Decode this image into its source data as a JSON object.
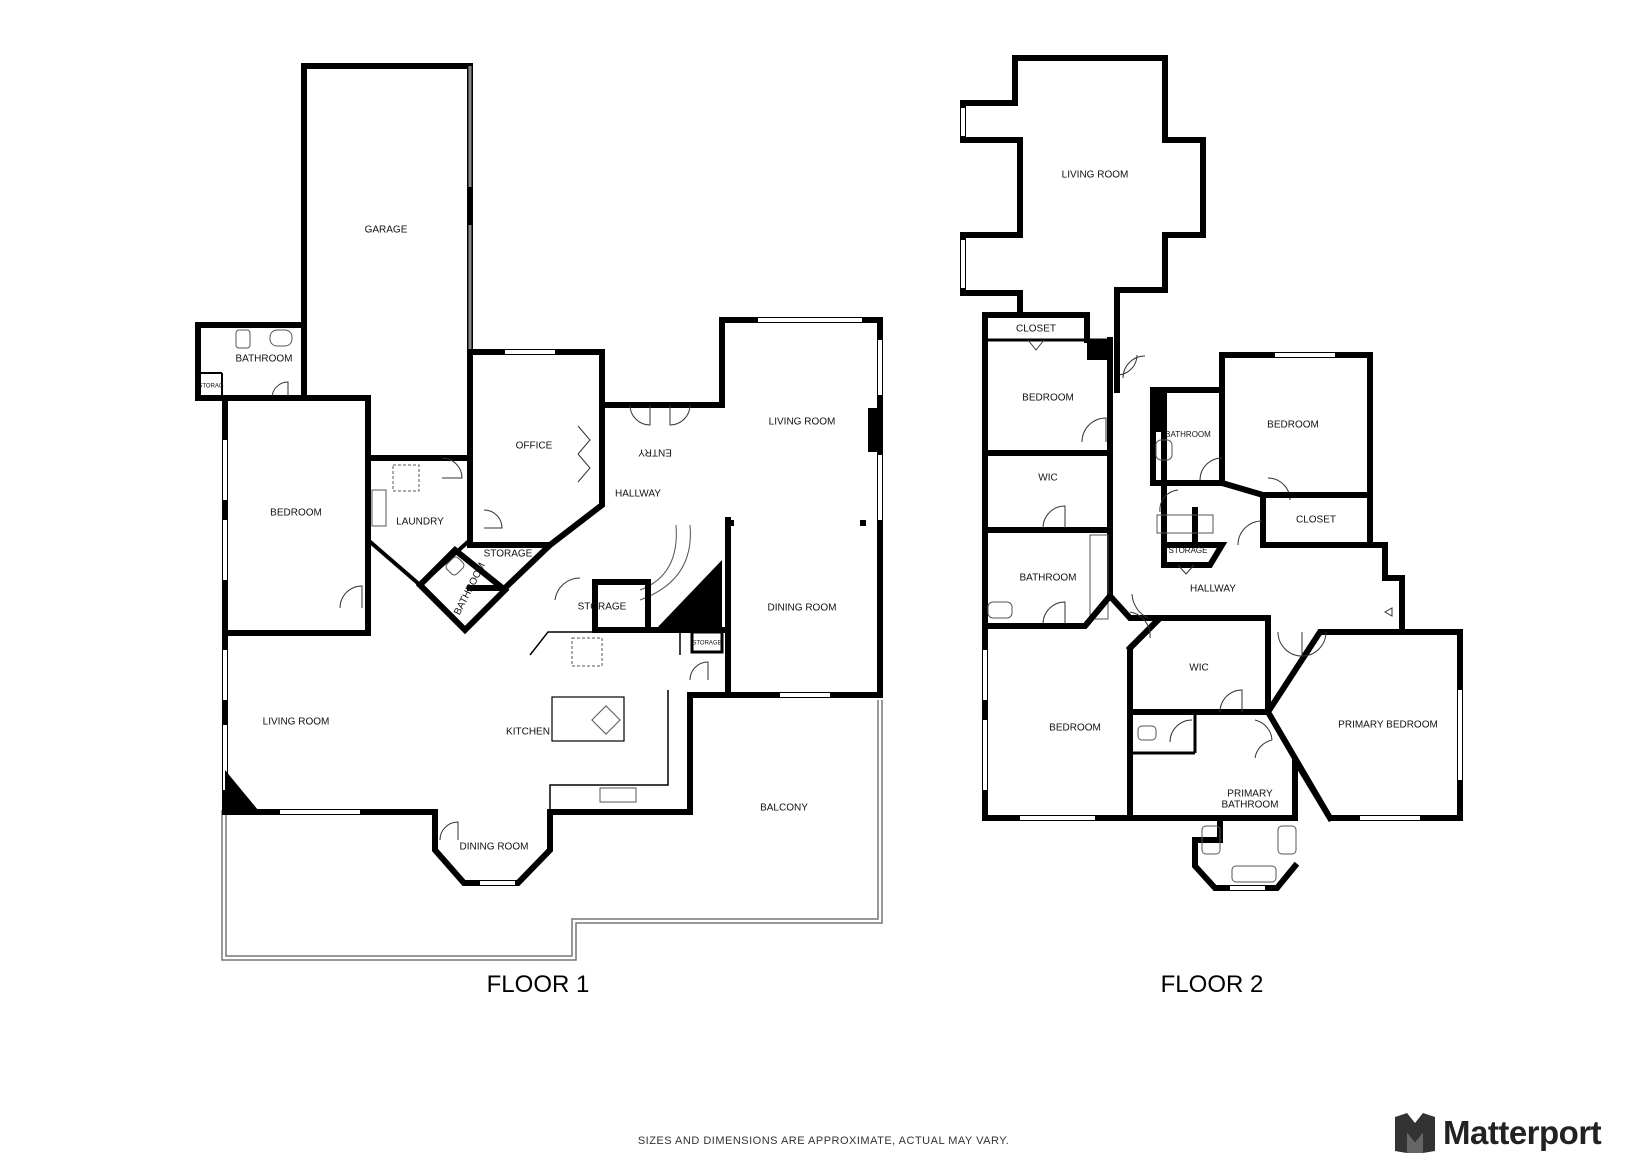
{
  "floors": [
    {
      "title": "FLOOR 1",
      "rooms": {
        "garage": "GARAGE",
        "bathroom_a": "BATHROOM",
        "storage_a": "STORAG",
        "bedroom": "BEDROOM",
        "laundry": "LAUNDRY",
        "office": "OFFICE",
        "storage_b": "STORAGE",
        "bathroom_b": "BATHROOM",
        "entry": "ENTRY",
        "hallway": "HALLWAY",
        "living_room_a": "LIVING ROOM",
        "storage_c": "STORAGE",
        "storage_d": "STORAGE",
        "dining_room_a": "DINING ROOM",
        "living_room_b": "LIVING ROOM",
        "kitchen": "KITCHEN",
        "dining_room_b": "DINING ROOM",
        "balcony": "BALCONY"
      }
    },
    {
      "title": "FLOOR 2",
      "rooms": {
        "living_room": "LIVING ROOM",
        "closet_a": "CLOSET",
        "bedroom_a": "BEDROOM",
        "wic_a": "WIC",
        "bathroom_a": "BATHROOM",
        "bathroom_b": "BATHROOM",
        "bedroom_b": "BEDROOM",
        "closet_b": "CLOSET",
        "storage": "STORAGE",
        "hallway": "HALLWAY",
        "wic_b": "WIC",
        "bedroom_c": "BEDROOM",
        "primary_bedroom": "PRIMARY BEDROOM",
        "primary_bathroom_line1": "PRIMARY",
        "primary_bathroom_line2": "BATHROOM"
      }
    }
  ],
  "disclaimer": "SIZES AND DIMENSIONS ARE APPROXIMATE, ACTUAL MAY VARY.",
  "brand": {
    "name": "Matterport",
    "logo_icon": "matterport-logo-icon"
  },
  "colors": {
    "walls": "#000000",
    "background": "#ffffff"
  }
}
